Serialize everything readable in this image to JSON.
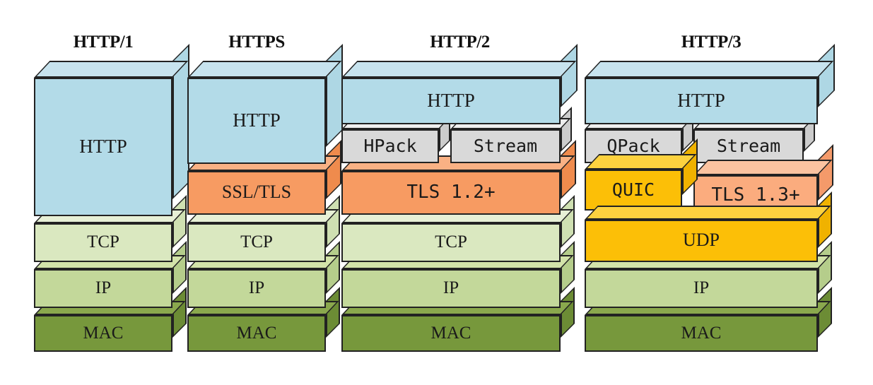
{
  "diagram": {
    "title_font_note": "bold serif",
    "columns": [
      {
        "id": "http1",
        "title": "HTTP/1",
        "layers": [
          {
            "name": "HTTP",
            "label": "HTTP",
            "color": "#b3dbe8",
            "font": "serif"
          },
          {
            "name": "TCP",
            "label": "TCP",
            "color": "#dae8c0",
            "font": "serif"
          },
          {
            "name": "IP",
            "label": "IP",
            "color": "#c3d89a",
            "font": "serif"
          },
          {
            "name": "MAC",
            "label": "MAC",
            "color": "#77983c",
            "font": "serif"
          }
        ]
      },
      {
        "id": "https",
        "title": "HTTPS",
        "layers": [
          {
            "name": "HTTP",
            "label": "HTTP",
            "color": "#b3dbe8",
            "font": "serif"
          },
          {
            "name": "SSL/TLS",
            "label": "SSL/TLS",
            "color": "#f79b62",
            "font": "serif"
          },
          {
            "name": "TCP",
            "label": "TCP",
            "color": "#dae8c0",
            "font": "serif"
          },
          {
            "name": "IP",
            "label": "IP",
            "color": "#c3d89a",
            "font": "serif"
          },
          {
            "name": "MAC",
            "label": "MAC",
            "color": "#77983c",
            "font": "serif"
          }
        ]
      },
      {
        "id": "http2",
        "title": "HTTP/2",
        "layers": [
          {
            "name": "HTTP",
            "label": "HTTP",
            "color": "#b3dbe8",
            "font": "serif"
          },
          {
            "name": "HPack",
            "label": "HPack",
            "color": "#d9d9d9",
            "font": "mono"
          },
          {
            "name": "Stream",
            "label": "Stream",
            "color": "#d9d9d9",
            "font": "mono"
          },
          {
            "name": "TLS 1.2+",
            "label": "TLS 1.2+",
            "color": "#f79b62",
            "font": "mono"
          },
          {
            "name": "TCP",
            "label": "TCP",
            "color": "#dae8c0",
            "font": "serif"
          },
          {
            "name": "IP",
            "label": "IP",
            "color": "#c3d89a",
            "font": "serif"
          },
          {
            "name": "MAC",
            "label": "MAC",
            "color": "#77983c",
            "font": "serif"
          }
        ]
      },
      {
        "id": "http3",
        "title": "HTTP/3",
        "layers": [
          {
            "name": "HTTP",
            "label": "HTTP",
            "color": "#b3dbe8",
            "font": "serif"
          },
          {
            "name": "QPack",
            "label": "QPack",
            "color": "#d9d9d9",
            "font": "mono"
          },
          {
            "name": "Stream",
            "label": "Stream",
            "color": "#d9d9d9",
            "font": "mono"
          },
          {
            "name": "QUIC",
            "label": "QUIC",
            "color": "#fcbf07",
            "font": "mono"
          },
          {
            "name": "TLS 1.3+",
            "label": "TLS 1.3+",
            "color": "#fbac7e",
            "font": "mono"
          },
          {
            "name": "UDP",
            "label": "UDP",
            "color": "#fcbf07",
            "font": "serif"
          },
          {
            "name": "IP",
            "label": "IP",
            "color": "#c3d89a",
            "font": "serif"
          },
          {
            "name": "MAC",
            "label": "MAC",
            "color": "#77983c",
            "font": "serif"
          }
        ]
      }
    ],
    "palette": {
      "http_blue": "#b3dbe8",
      "tls_orange": "#f79b62",
      "tls13_orange": "#fbac7e",
      "grey": "#d9d9d9",
      "quic_yellow": "#fcbf07",
      "tcp_green": "#dae8c0",
      "ip_green": "#c3d89a",
      "mac_green": "#77983c",
      "outline": "#222222",
      "background": "#ffffff"
    }
  },
  "titles": {
    "c0": "HTTP/1",
    "c1": "HTTPS",
    "c2": "HTTP/2",
    "c3": "HTTP/3"
  },
  "labels": {
    "c0_http": "HTTP",
    "c0_tcp": "TCP",
    "c0_ip": "IP",
    "c0_mac": "MAC",
    "c1_http": "HTTP",
    "c1_ssl": "SSL/TLS",
    "c1_tcp": "TCP",
    "c1_ip": "IP",
    "c1_mac": "MAC",
    "c2_http": "HTTP",
    "c2_hpack": "HPack",
    "c2_stream": "Stream",
    "c2_tls": "TLS 1.2+",
    "c2_tcp": "TCP",
    "c2_ip": "IP",
    "c2_mac": "MAC",
    "c3_http": "HTTP",
    "c3_qpack": "QPack",
    "c3_stream": "Stream",
    "c3_quic": "QUIC",
    "c3_tls": "TLS 1.3+",
    "c3_udp": "UDP",
    "c3_ip": "IP",
    "c3_mac": "MAC"
  }
}
